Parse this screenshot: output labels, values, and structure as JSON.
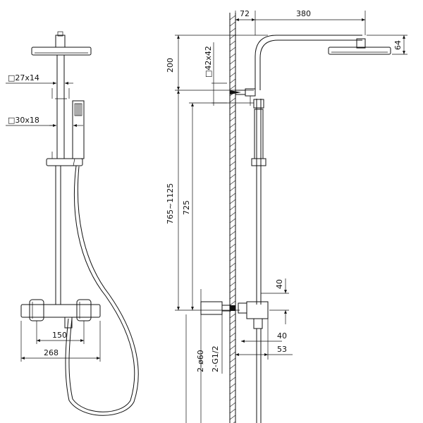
{
  "front_view": {
    "labels": {
      "arm_section": "□27x14",
      "bar_section": "□30x18",
      "center_distance": "150",
      "mixer_width": "268"
    }
  },
  "side_view": {
    "labels": {
      "wall_offset": "72",
      "arm_reach": "380",
      "head_height": "64",
      "top_height": "200",
      "bracket_section": "□42x42",
      "adjust_range": "765~1125",
      "bar_length": "725",
      "inlet_rise": "40",
      "inlet_depth": "40",
      "inlet_projection": "53",
      "escutcheon_dia": "2-ø60",
      "thread": "2-G1/2"
    }
  },
  "colors": {
    "line": "#111111",
    "background": "#ffffff"
  }
}
